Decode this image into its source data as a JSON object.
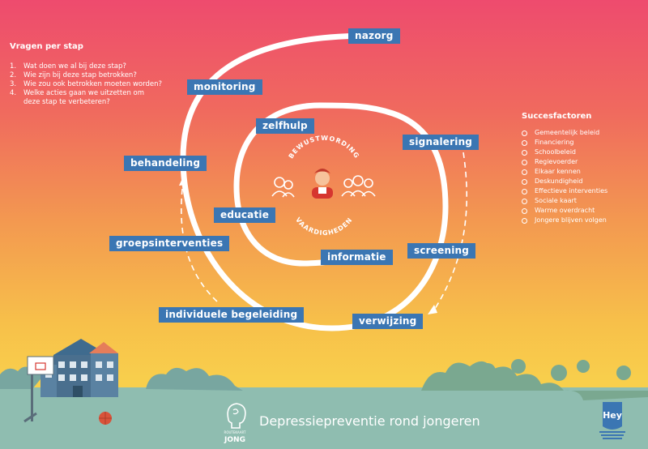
{
  "vragen": {
    "title": "Vragen per stap",
    "items": [
      {
        "num": "1.",
        "text": "Wat doen we al bij deze stap?"
      },
      {
        "num": "2.",
        "text": "Wie zijn bij deze stap betrokken?"
      },
      {
        "num": "3.",
        "text": "Wie zou ook betrokken moeten worden?"
      },
      {
        "num": "4.",
        "text": "Welke acties gaan we uitzetten om deze stap te verbeteren?"
      }
    ]
  },
  "succesfactoren": {
    "title": "Succesfactoren",
    "items": [
      "Gemeentelijk beleid",
      "Financiering",
      "Schoolbeleid",
      "Regievoerder",
      "Elkaar kennen",
      "Deskundigheid",
      "Effectieve interventies",
      "Sociale kaart",
      "Warme overdracht",
      "Jongere blijven volgen"
    ]
  },
  "steps": {
    "nazorg": "nazorg",
    "monitoring": "monitoring",
    "zelfhulp": "zelfhulp",
    "signalering": "signalering",
    "behandeling": "behandeling",
    "educatie": "educatie",
    "groepsinterventies": "groepsinterventies",
    "screening": "screening",
    "informatie": "informatie",
    "individuele_begeleiding": "individuele begeleiding",
    "verwijzing": "verwijzing"
  },
  "center": {
    "top_text": "BEWUSTWORDING",
    "bottom_text": "VAARDIGHEDEN"
  },
  "footer": {
    "title": "Depressiepreventie rond jongeren",
    "logo_left_text": "JONG",
    "logo_left_small": "ROUTEKAART",
    "logo_right_text": "Hey"
  },
  "colors": {
    "label_bg": "#3b76b3",
    "ground": "#8fbdb0",
    "sky_top": "#ee4b6e",
    "sky_bottom": "#f8cf4c"
  }
}
